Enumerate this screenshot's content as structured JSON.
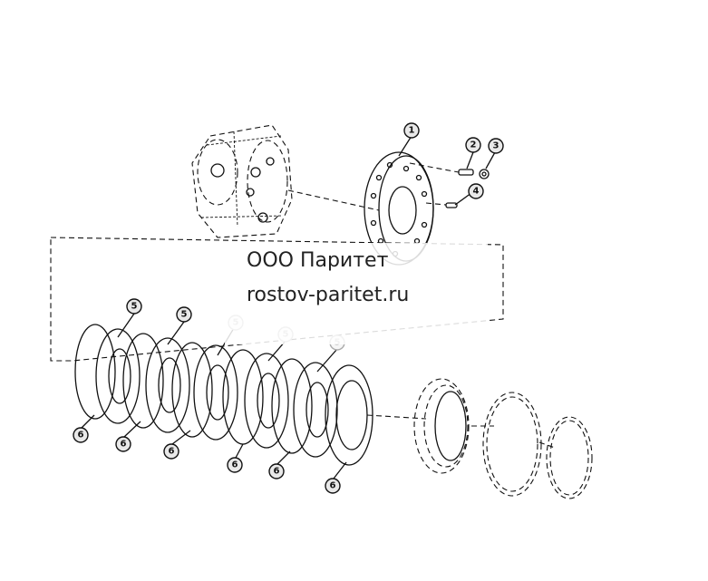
{
  "watermark": {
    "company": "ООО Паритет",
    "site": "rostov-paritet.ru"
  },
  "callouts": {
    "c1": "1",
    "c2": "2",
    "c3": "3",
    "c4": "4",
    "c5": "5",
    "c6": "6"
  }
}
